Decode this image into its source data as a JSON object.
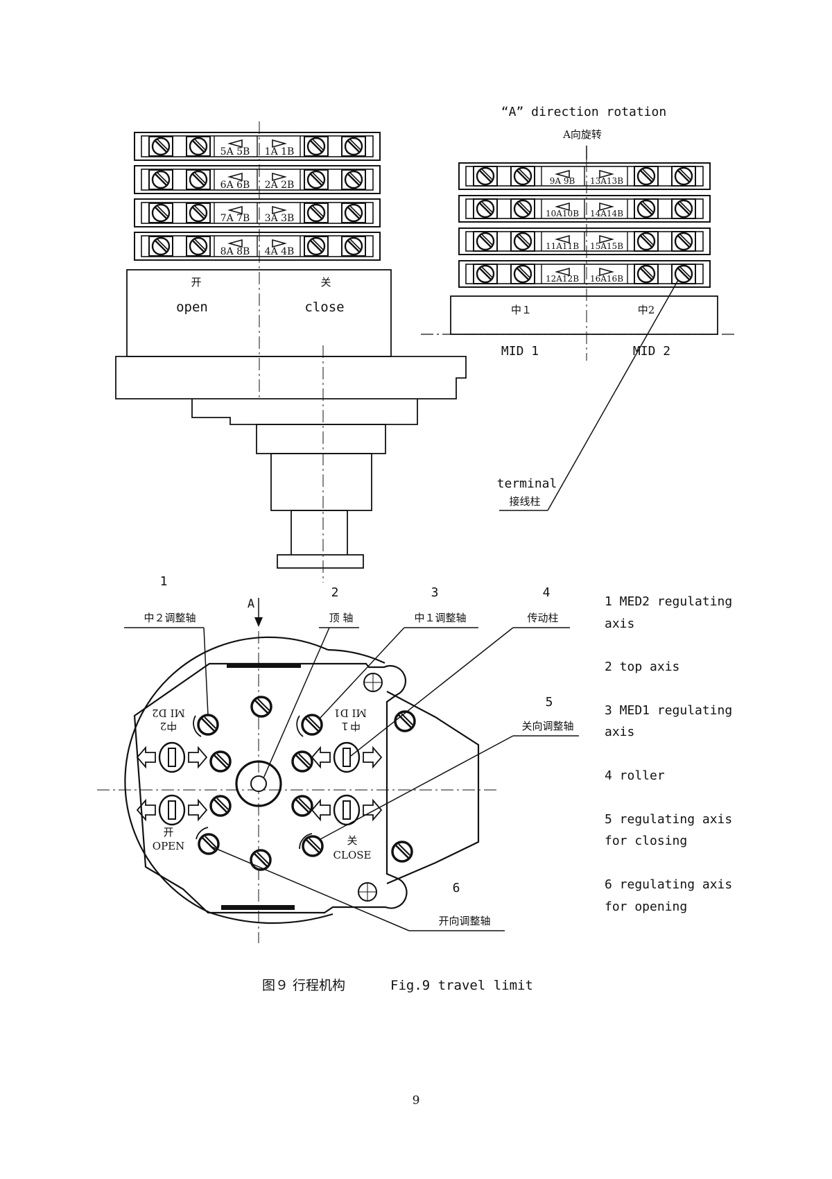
{
  "figure": {
    "caption_cn": "图９ 行程机构",
    "caption_en": "Fig.9 travel limit",
    "page_number": "9"
  },
  "top_left": {
    "strips": [
      {
        "left": "5A 5B",
        "right": "1A 1B"
      },
      {
        "left": "6A 6B",
        "right": "2A 2B"
      },
      {
        "left": "7A 7B",
        "right": "3A 3B"
      },
      {
        "left": "8A 8B",
        "right": "4A 4B"
      }
    ],
    "open_cn": "开",
    "open_en": "open",
    "close_cn": "关",
    "close_en": "close"
  },
  "top_right": {
    "rotation_en": "“A” direction rotation",
    "rotation_cn": "A向旋转",
    "strips": [
      {
        "left": "9A 9B",
        "right": "13A13B"
      },
      {
        "left": "10A10B",
        "right": "14A14B"
      },
      {
        "left": "11A11B",
        "right": "15A15B"
      },
      {
        "left": "12A12B",
        "right": "16A16B"
      }
    ],
    "mid1_cn": "中１",
    "mid2_cn": "中2",
    "mid1_en": "MID 1",
    "mid2_en": "MID 2",
    "terminal_en": "terminal",
    "terminal_cn": "接线柱"
  },
  "bottom": {
    "callouts": [
      "1",
      "2",
      "3",
      "4",
      "5",
      "6"
    ],
    "arrow_label": "A",
    "label_mid2_axis_cn": "中２调整轴",
    "label_top_axis_cn": "顶 轴",
    "label_mid1_axis_cn": "中１调整轴",
    "label_roller_cn": "传动柱",
    "label_close_axis_cn": "关向调整轴",
    "label_open_axis_cn": "开向调整轴",
    "plate_mid2_cn": "中2",
    "plate_mid2_en": "MI D2",
    "plate_mid1_cn": "中１",
    "plate_mid1_en": "MI D1",
    "plate_open_cn": "开",
    "plate_open_en": "OPEN",
    "plate_close_cn": "关",
    "plate_close_en": "CLOSE"
  },
  "legend": [
    {
      "line1": "1 MED2 regulating",
      "line2": "axis"
    },
    {
      "line1": "2 top axis",
      "line2": ""
    },
    {
      "line1": "3 MED1 regulating",
      "line2": "axis"
    },
    {
      "line1": "4 roller",
      "line2": ""
    },
    {
      "line1": "5 regulating axis",
      "line2": "for closing"
    },
    {
      "line1": "6 regulating axis",
      "line2": "for opening"
    }
  ]
}
